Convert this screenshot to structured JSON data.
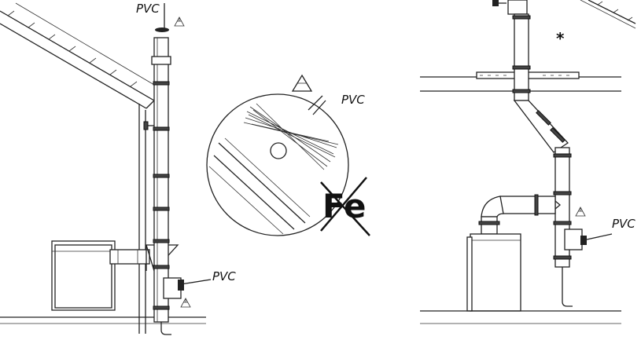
{
  "labels": {
    "pvc_top_left": "PVC",
    "pvc_bottom_left": "PVC",
    "pvc_detail": "PVC",
    "pvc_right": "PVC",
    "fe": "Fe",
    "asterisk": "*"
  },
  "icons": [
    "recycle-icon",
    "brush-icon",
    "crossed-out-icon"
  ]
}
